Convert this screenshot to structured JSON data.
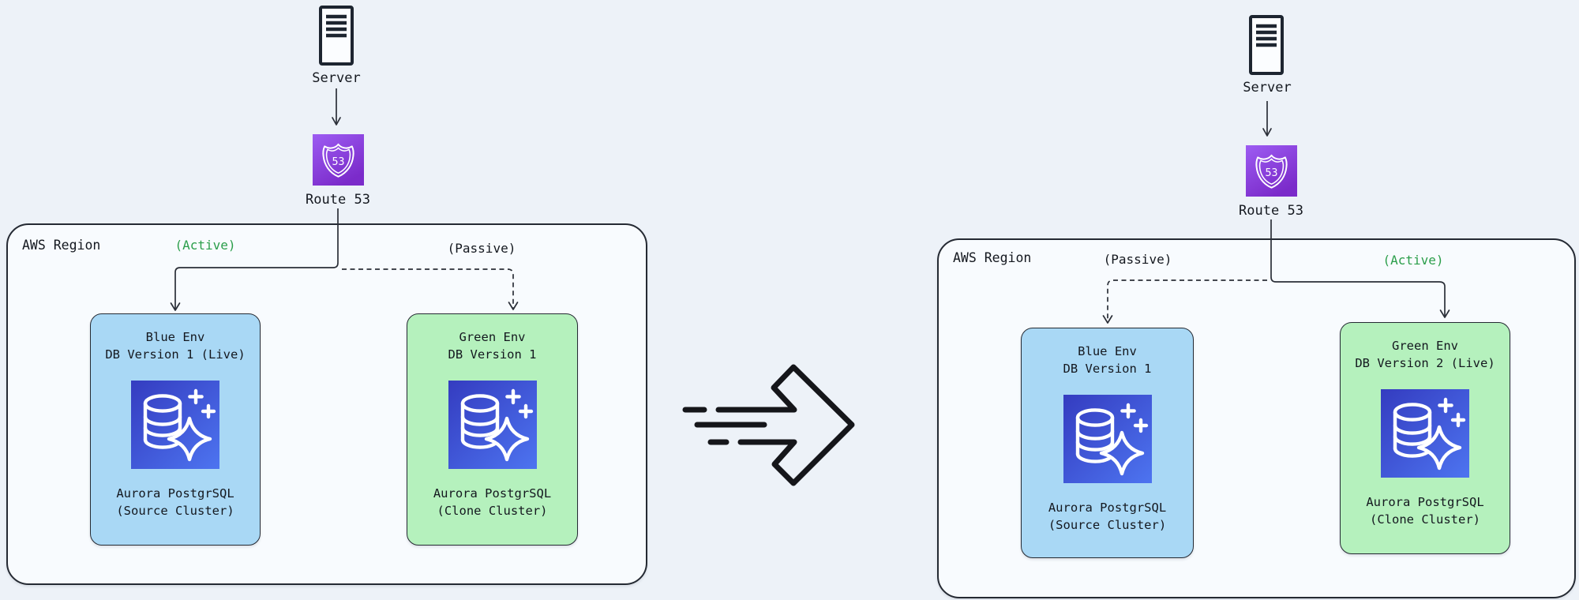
{
  "colors": {
    "background": "#edf2f8",
    "region_fill": "#f8fbfe",
    "outline": "#252a33",
    "blue_env_fill": "#a9d8f5",
    "green_env_fill": "#b5f1bd",
    "active_green": "#2b9e4a",
    "route53_purple_top": "#9d5cf2",
    "route53_purple_bottom": "#7b2bca",
    "aurora_blue_top": "#343cc0",
    "aurora_blue_bottom": "#4d74f0"
  },
  "icons": {
    "route53_number": "53"
  },
  "left": {
    "server_label": "Server",
    "route53_label": "Route 53",
    "region_label": "AWS Region",
    "status_blue": "(Active)",
    "status_green": "(Passive)",
    "blue_env": {
      "title": "Blue Env",
      "subtitle": "DB Version 1 (Live)",
      "service": "Aurora PostgrSQL",
      "cluster": "(Source Cluster)"
    },
    "green_env": {
      "title": "Green Env",
      "subtitle": "DB Version 1",
      "service": "Aurora PostgrSQL",
      "cluster": "(Clone Cluster)"
    }
  },
  "right": {
    "server_label": "Server",
    "route53_label": "Route 53",
    "region_label": "AWS Region",
    "status_blue": "(Passive)",
    "status_green": "(Active)",
    "blue_env": {
      "title": "Blue Env",
      "subtitle": "DB Version 1",
      "service": "Aurora PostgrSQL",
      "cluster": "(Source Cluster)"
    },
    "green_env": {
      "title": "Green Env",
      "subtitle": "DB Version 2 (Live)",
      "service": "Aurora PostgrSQL",
      "cluster": "(Clone Cluster)"
    }
  }
}
